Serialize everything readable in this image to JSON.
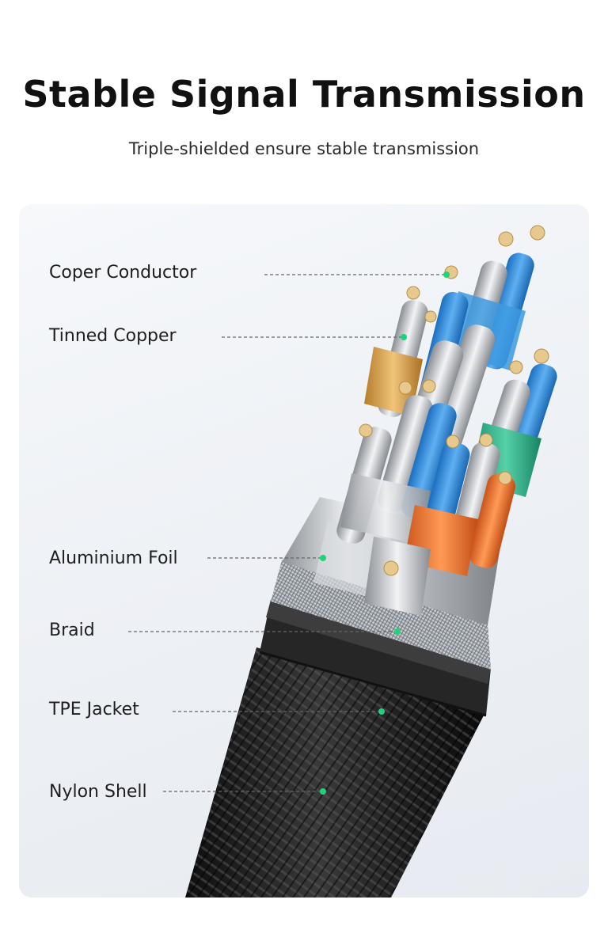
{
  "header": {
    "title": "Stable Signal Transmission",
    "subtitle": "Triple-shielded ensure stable transmission"
  },
  "layers": [
    {
      "label": "Coper Conductor"
    },
    {
      "label": "Tinned Copper"
    },
    {
      "label": "Aluminium Foil"
    },
    {
      "label": "Braid"
    },
    {
      "label": "TPE Jacket"
    },
    {
      "label": "Nylon Shell"
    }
  ],
  "colors": {
    "leader_dot": "#1fd37a",
    "leader_line": "#666666",
    "wire_blue": "#2f8fe0",
    "wire_green": "#2ab58c",
    "wire_orange": "#f0742a",
    "wire_gold": "#d9a04a",
    "jacket": "#1c1c1c"
  }
}
